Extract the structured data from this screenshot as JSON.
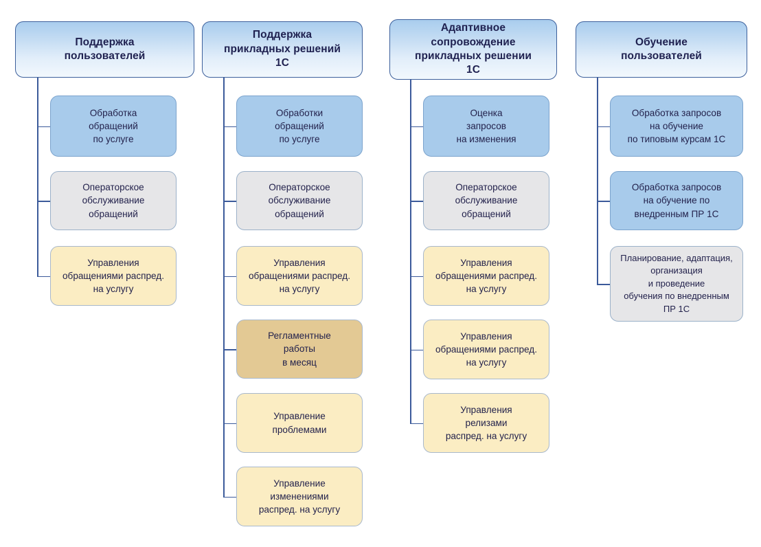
{
  "diagram": {
    "type": "org-chart",
    "title": "",
    "palette": {
      "header_gradient_top": "#a9cdee",
      "header_gradient_bottom": "#f2f8fd",
      "header_border": "#3c5f9b",
      "connector": "#3b5a9a",
      "blue": "#a8cbeb",
      "grey": "#e6e6e8",
      "cream": "#fbedc3",
      "khaki": "#e3c994",
      "text": "#23224c",
      "background": "#ffffff"
    },
    "columns": [
      {
        "id": "user-support",
        "header": "Поддержка\nпользователей",
        "nodes": [
          {
            "label": "Обработка\nобращений\nпо услуге",
            "color": "blue"
          },
          {
            "label": "Операторское\nобслуживание\nобращений",
            "color": "grey"
          },
          {
            "label": "Управления\nобращениями распред.\nна услугу",
            "color": "cream"
          }
        ]
      },
      {
        "id": "app-solutions-support",
        "header": "Поддержка\nприкладных решений\n1С",
        "nodes": [
          {
            "label": "Обработки\nобращений\nпо услуге",
            "color": "blue"
          },
          {
            "label": "Операторское\nобслуживание\nобращений",
            "color": "grey"
          },
          {
            "label": "Управления\nобращениями распред.\nна услугу",
            "color": "cream"
          },
          {
            "label": "Регламентные\nработы\nв месяц",
            "color": "khaki"
          },
          {
            "label": "Управление\nпроблемами",
            "color": "cream"
          },
          {
            "label": "Управление\nизменениями\nраспред. на услугу",
            "color": "cream"
          }
        ]
      },
      {
        "id": "adaptive-maintenance",
        "header": "Адаптивное\nсопровождение\nприкладных решении\n1С",
        "nodes": [
          {
            "label": "Оценка\nзапросов\nна изменения",
            "color": "blue"
          },
          {
            "label": "Операторское\nобслуживание\nобращений",
            "color": "grey"
          },
          {
            "label": "Управления\nобращениями распред.\nна услугу",
            "color": "cream"
          },
          {
            "label": "Управления\nобращениями распред.\nна услугу",
            "color": "cream"
          },
          {
            "label": "Управления\nрелизами\nраспред. на услугу",
            "color": "cream"
          }
        ]
      },
      {
        "id": "user-training",
        "header": "Обучение\nпользователей",
        "nodes": [
          {
            "label": "Обработка запросов\nна обучение\nпо типовым курсам 1С",
            "color": "blue"
          },
          {
            "label": "Обработка запросов\nна обучение по\nвнедренным ПР 1С",
            "color": "blue"
          },
          {
            "label": "Планирование, адаптация,\nорганизация\nи проведение\nобучения по внедренным\nПР 1С",
            "color": "grey"
          }
        ]
      }
    ]
  }
}
